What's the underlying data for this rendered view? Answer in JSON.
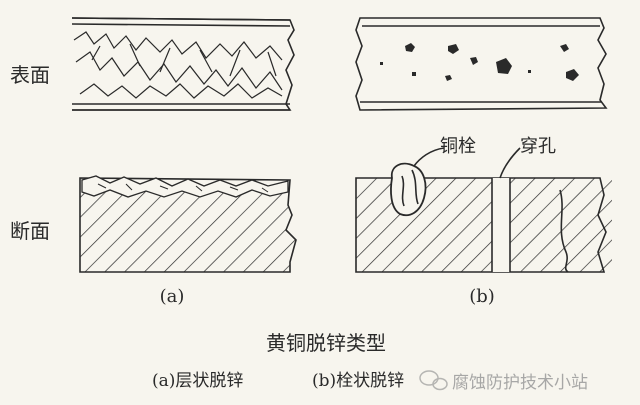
{
  "labels": {
    "surface": "表面",
    "section": "断面",
    "plug_callout": "铜栓",
    "hole_callout": "穿孔",
    "panel_a": "(a)",
    "panel_b": "(b)"
  },
  "caption": {
    "title": "黄铜脱锌类型",
    "subtitle_a": "(a)层状脱锌",
    "subtitle_b": "(b)栓状脱锌"
  },
  "watermark": {
    "text": "腐蚀防护技术小站",
    "icon": "wechat-logo-icon"
  },
  "colors": {
    "ink": "#2a2a2a",
    "paper": "#f7f5ee",
    "watermark": "#9a9a9a"
  }
}
